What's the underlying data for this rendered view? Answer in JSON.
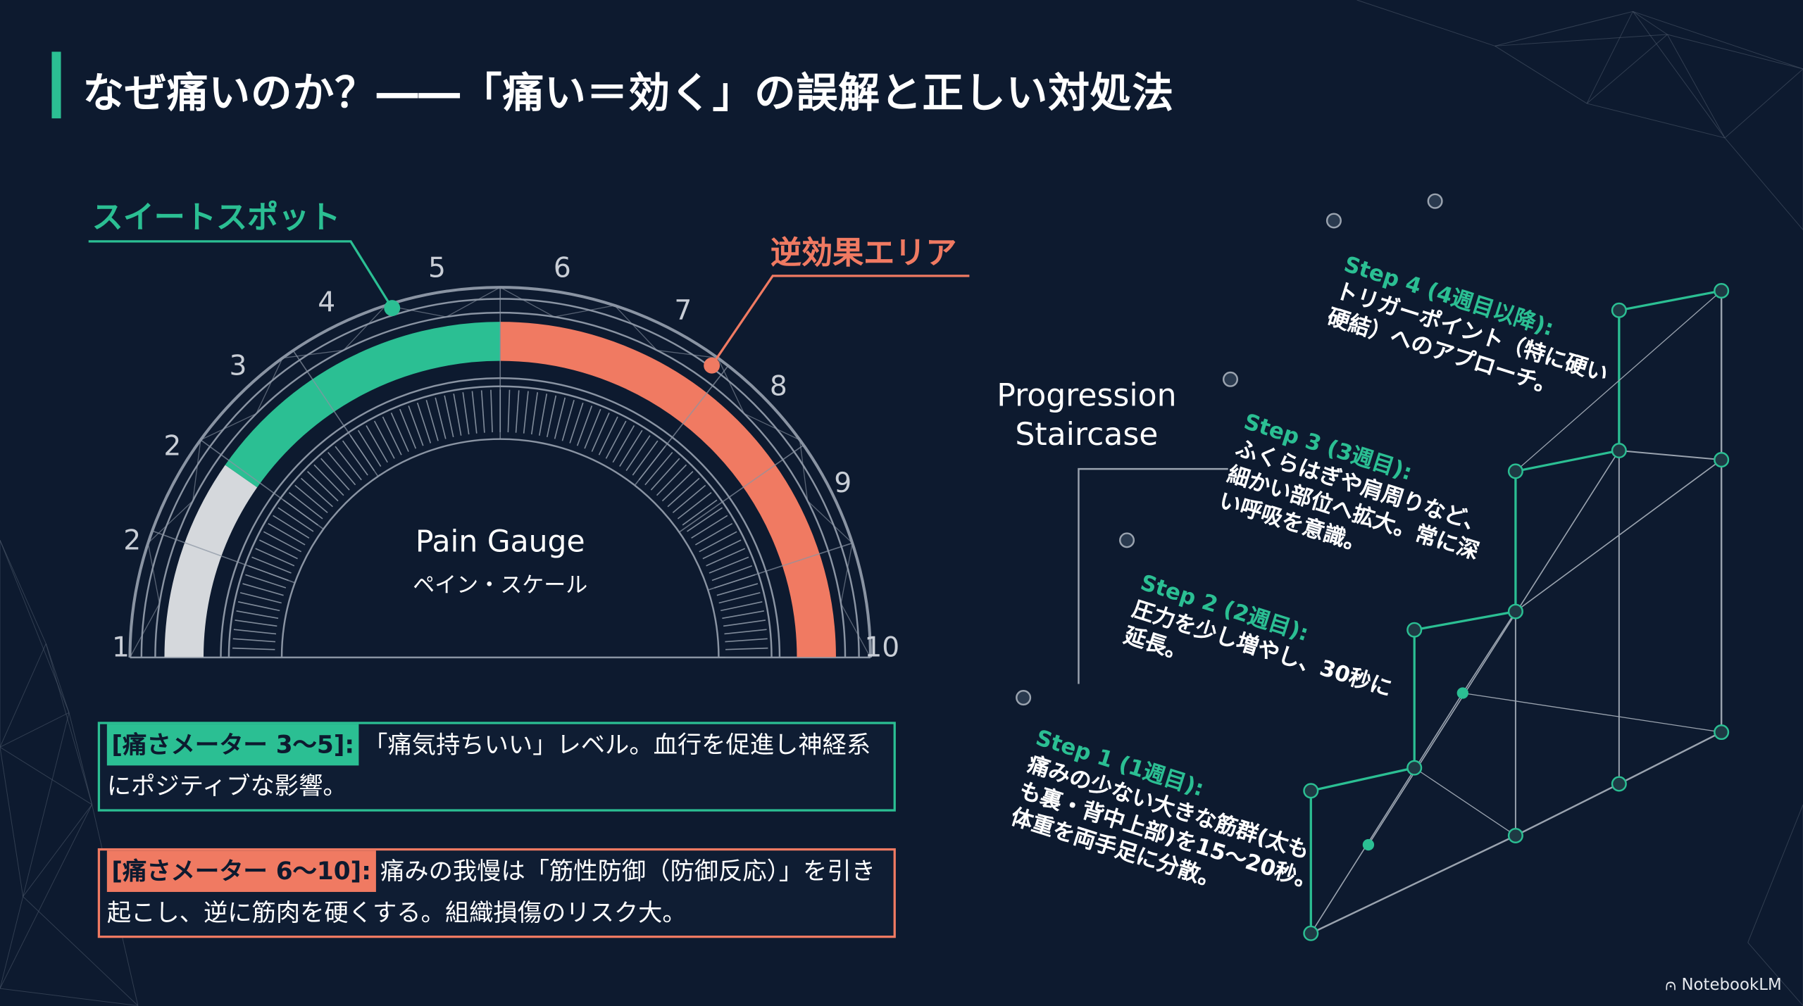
{
  "header": {
    "title": "なぜ痛いのか？――「痛い＝効く」の誤解と正しい対処法"
  },
  "gauge": {
    "sweet_spot_label": "スイートスポット",
    "reverse_effect_label": "逆効果エリア",
    "title": "Pain Gauge",
    "subtitle": "ペイン・スケール",
    "scale_labels": [
      "1",
      "2",
      "2",
      "3",
      "4",
      "5",
      "6",
      "7",
      "8",
      "9",
      "10"
    ]
  },
  "chart_data": {
    "type": "gauge",
    "title": "Pain Gauge",
    "subtitle": "ペイン・スケール",
    "range": [
      1,
      10
    ],
    "zones": [
      {
        "name": "low",
        "from": 1,
        "to": 3,
        "color": "#d5d8dc"
      },
      {
        "name": "スイートスポット",
        "from": 3,
        "to": 5.5,
        "color": "#2bbf93"
      },
      {
        "name": "逆効果エリア",
        "from": 5.5,
        "to": 10,
        "color": "#f07a62"
      }
    ]
  },
  "info_boxes": [
    {
      "tag": "[痛さメーター 3〜5]:",
      "text": "「痛気持ちいい」レベル。血行を促進し神経系にポジティブな影響。"
    },
    {
      "tag": "[痛さメーター 6〜10]:",
      "text": "痛みの我慢は「筋性防御（防御反応）」を引き起こし、逆に筋肉を硬くする。組織損傷のリスク大。"
    }
  ],
  "staircase": {
    "label_line1": "Progression",
    "label_line2": "Staircase",
    "steps": [
      {
        "heading": "Step 1 (1週目):",
        "lines": [
          "痛みの少ない大きな筋群(太も",
          "も裏・背中上部)を15〜20秒。",
          "体重を両手足に分散。"
        ]
      },
      {
        "heading": "Step 2 (2週目):",
        "lines": [
          "圧力を少し増やし、30秒に",
          "延長。"
        ]
      },
      {
        "heading": "Step 3 (3週目):",
        "lines": [
          "ふくらはぎや肩周りなど、",
          "細かい部位へ拡大。常に深",
          "い呼吸を意識。"
        ]
      },
      {
        "heading": "Step 4 (4週目以降):",
        "lines": [
          "トリガーポイント（特に硬い",
          "硬結）へのアプローチ。"
        ]
      }
    ]
  },
  "footer": {
    "logo_text": "NotebookLM"
  },
  "colors": {
    "background": "#0d1a2f",
    "teal": "#2bbf93",
    "coral": "#f07a62",
    "grey": "#d5d8dc"
  }
}
